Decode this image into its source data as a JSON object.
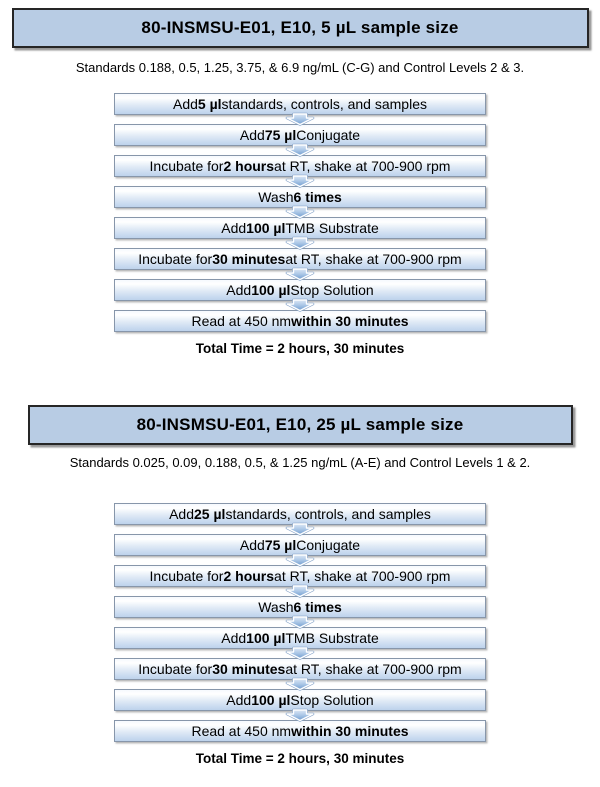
{
  "colors": {
    "header_fill": "#b8cce4",
    "header_border": "#262626",
    "step_fill_top": "#f6f9fe",
    "step_fill_bottom": "#bdd2ec",
    "step_border": "#8796aa",
    "arrow_fill_top": "#dce7f5",
    "arrow_fill_bottom": "#6f9ccf",
    "text": "#000000"
  },
  "icons": {
    "step_connector": "down-arrow-icon"
  },
  "sections": [
    {
      "title": "80-INSMSU-E01, E10, 5 µL sample size",
      "subtitle": "Standards 0.188, 0.5, 1.25, 3.75, & 6.9 ng/mL (C-G) and Control Levels 2 & 3.",
      "steps": [
        [
          {
            "text": "Add "
          },
          {
            "text": "5 µl",
            "bold": true
          },
          {
            "text": " standards, controls, and samples"
          }
        ],
        [
          {
            "text": "Add "
          },
          {
            "text": "75 µl",
            "bold": true
          },
          {
            "text": " Conjugate"
          }
        ],
        [
          {
            "text": "Incubate for "
          },
          {
            "text": "2 hours",
            "bold": true
          },
          {
            "text": " at RT, shake at 700-900 rpm"
          }
        ],
        [
          {
            "text": "Wash "
          },
          {
            "text": "6 times",
            "bold": true
          }
        ],
        [
          {
            "text": "Add "
          },
          {
            "text": "100 µl",
            "bold": true
          },
          {
            "text": " TMB Substrate"
          }
        ],
        [
          {
            "text": "Incubate for "
          },
          {
            "text": "30 minutes",
            "bold": true
          },
          {
            "text": " at RT, shake at 700-900 rpm"
          }
        ],
        [
          {
            "text": "Add "
          },
          {
            "text": "100 µl",
            "bold": true
          },
          {
            "text": " Stop Solution"
          }
        ],
        [
          {
            "text": "Read at 450 nm "
          },
          {
            "text": "within 30 minutes",
            "bold": true
          }
        ]
      ],
      "total_time": "Total Time = 2 hours, 30 minutes"
    },
    {
      "title": "80-INSMSU-E01, E10, 25 µL sample size",
      "subtitle": "Standards 0.025, 0.09, 0.188, 0.5, & 1.25 ng/mL (A-E) and Control Levels 1 & 2.",
      "steps": [
        [
          {
            "text": "Add "
          },
          {
            "text": "25 µl",
            "bold": true
          },
          {
            "text": " standards, controls, and samples"
          }
        ],
        [
          {
            "text": "Add "
          },
          {
            "text": "75 µl",
            "bold": true
          },
          {
            "text": " Conjugate"
          }
        ],
        [
          {
            "text": "Incubate for "
          },
          {
            "text": "2 hours",
            "bold": true
          },
          {
            "text": " at RT, shake at 700-900 rpm"
          }
        ],
        [
          {
            "text": "Wash "
          },
          {
            "text": "6 times",
            "bold": true
          }
        ],
        [
          {
            "text": "Add "
          },
          {
            "text": "100 µl",
            "bold": true
          },
          {
            "text": " TMB Substrate"
          }
        ],
        [
          {
            "text": "Incubate for "
          },
          {
            "text": "30 minutes",
            "bold": true
          },
          {
            "text": " at RT, shake at 700-900 rpm"
          }
        ],
        [
          {
            "text": "Add "
          },
          {
            "text": "100 µl",
            "bold": true
          },
          {
            "text": " Stop Solution"
          }
        ],
        [
          {
            "text": "Read at 450 nm "
          },
          {
            "text": "within 30 minutes",
            "bold": true
          }
        ]
      ],
      "total_time": "Total Time = 2 hours, 30 minutes"
    }
  ]
}
